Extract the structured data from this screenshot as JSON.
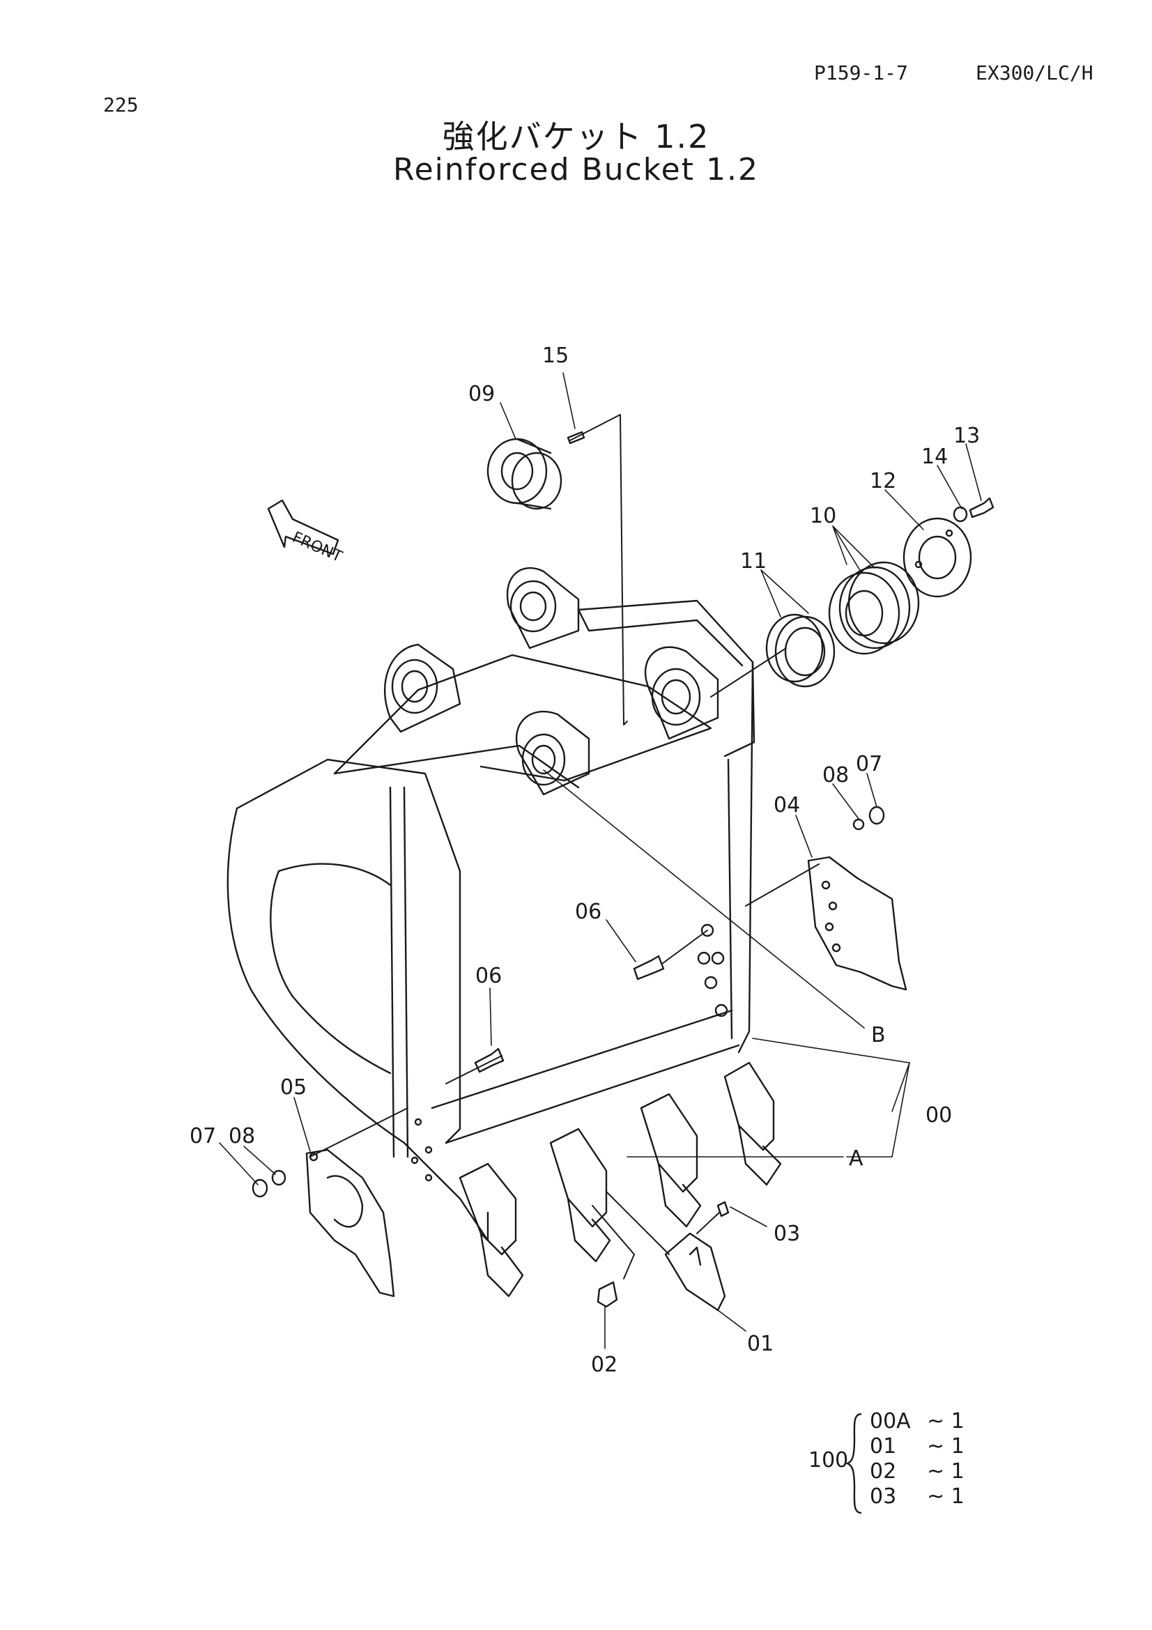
{
  "header": {
    "page_number": "225",
    "sheet_code": "P159-1-7",
    "model": "EX300/LC/H"
  },
  "title": {
    "japanese": "強化バケット 1.2",
    "english": "Reinforced Bucket 1.2"
  },
  "front_indicator": "FRONT",
  "callouts": {
    "c15": "15",
    "c09": "09",
    "c13": "13",
    "c14": "14",
    "c12": "12",
    "c10": "10",
    "c11": "11",
    "c08r": "08",
    "c07r": "07",
    "c04": "04",
    "c06a": "06",
    "c06b": "06",
    "c05": "05",
    "c08l": "08",
    "c07l": "07",
    "cB": "B",
    "c00": "00",
    "cA": "A",
    "c03": "03",
    "c01": "01",
    "c02": "02"
  },
  "kit": {
    "assembly": "100",
    "items": [
      {
        "part": "00A",
        "qty": "~ 1"
      },
      {
        "part": "01",
        "qty": "~ 1"
      },
      {
        "part": "02",
        "qty": "~ 1"
      },
      {
        "part": "03",
        "qty": "~ 1"
      }
    ]
  }
}
